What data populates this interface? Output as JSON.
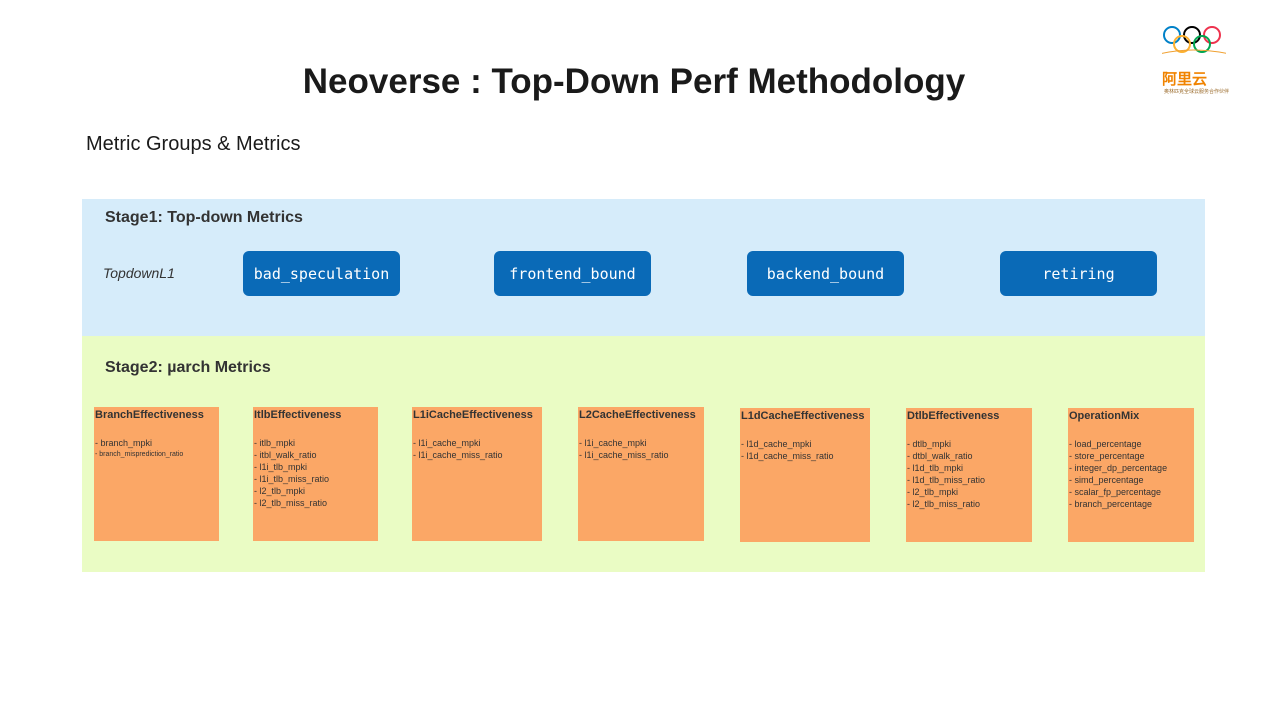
{
  "title": "Neoverse : Top-Down Perf Methodology",
  "subtitle": "Metric Groups & Metrics",
  "logo": {
    "text": "阿里云",
    "tagline": "奥林匹克全球云服务合作伙伴"
  },
  "stage1": {
    "title": "Stage1: Top-down Metrics",
    "group_label": "TopdownL1",
    "metrics": [
      "bad_speculation",
      "frontend_bound",
      "backend_bound",
      "retiring"
    ]
  },
  "stage2": {
    "title": "Stage2: µarch Metrics",
    "groups": [
      {
        "name": "BranchEffectiveness",
        "items": [
          "-   branch_mpki",
          "-   branch_misprediction_ratio"
        ]
      },
      {
        "name": "ItlbEffectiveness",
        "items": [
          "- itlb_mpki",
          "- itbl_walk_ratio",
          "- l1i_tlb_mpki",
          "- l1i_tlb_miss_ratio",
          "- l2_tlb_mpki",
          "- l2_tlb_miss_ratio"
        ]
      },
      {
        "name": "L1iCacheEffectiveness",
        "items": [
          "-  l1i_cache_mpki",
          "- l1i_cache_miss_ratio"
        ]
      },
      {
        "name": "L2CacheEffectiveness",
        "items": [
          "- l1i_cache_mpki",
          "- l1i_cache_miss_ratio"
        ]
      },
      {
        "name": "L1dCacheEffectiveness",
        "items": [
          "- l1d_cache_mpki",
          "- l1d_cache_miss_ratio"
        ]
      },
      {
        "name": "DtlbEffectiveness",
        "items": [
          "- dtlb_mpki",
          "- dtbl_walk_ratio",
          "- l1d_tlb_mpki",
          "- l1d_tlb_miss_ratio",
          "- l2_tlb_mpki",
          "- l2_tlb_miss_ratio"
        ]
      },
      {
        "name": "OperationMix",
        "items": [
          "- load_percentage",
          "- store_percentage",
          "- integer_dp_percentage",
          "- simd_percentage",
          "- scalar_fp_percentage",
          "- branch_percentage"
        ]
      }
    ]
  },
  "colors": {
    "stage1_bg": "#d6ecfa",
    "stage2_bg": "#eafcc4",
    "pill": "#0a6ab7",
    "card": "#fba766"
  }
}
